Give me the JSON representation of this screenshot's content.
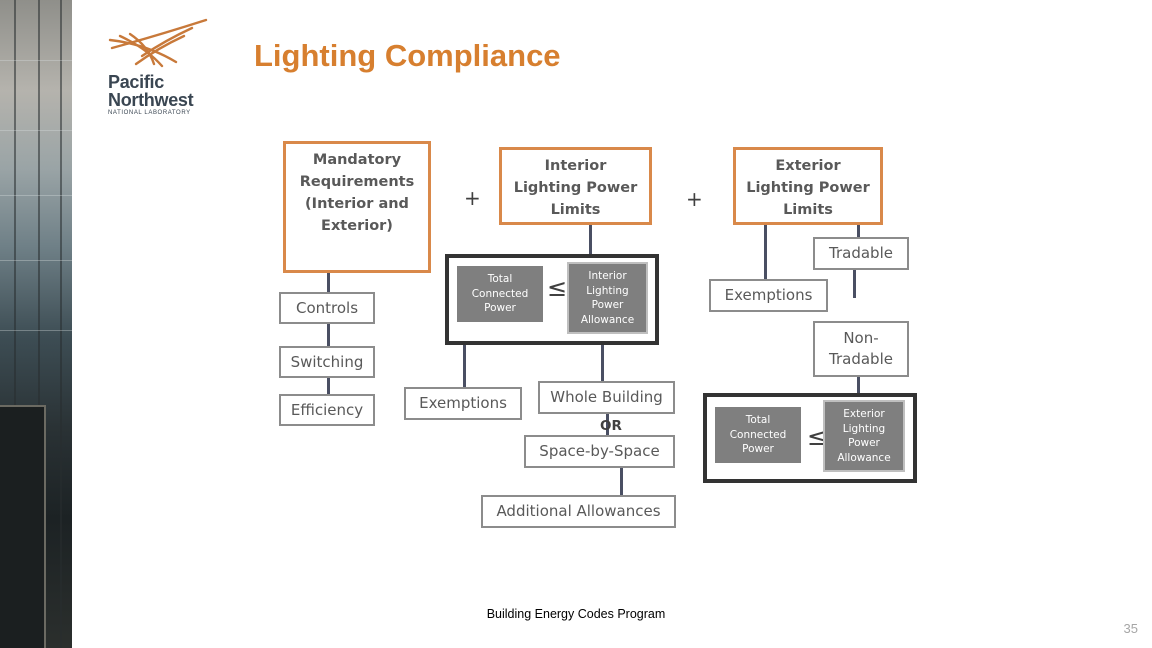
{
  "logo": {
    "line1": "Pacific",
    "line2": "Northwest",
    "line3": "NATIONAL LABORATORY",
    "color": "#3a4652",
    "accent": "#c8793a"
  },
  "slide_title": "Lighting Compliance",
  "diagram": {
    "mandatory": "Mandatory Requirements (Interior and Exterior)",
    "interior_limits": "Interior Lighting Power Limits",
    "exterior_limits": "Exterior Lighting Power Limits",
    "plus": "+",
    "controls": "Controls",
    "switching": "Switching",
    "efficiency": "Efficiency",
    "interior_total": "Total Connected Power",
    "interior_allowance": "Interior Lighting Power Allowance",
    "le_symbol": "≤",
    "interior_exemptions": "Exemptions",
    "whole_building": "Whole Building",
    "or": "OR",
    "space_by_space": "Space-by-Space",
    "additional_allowances": "Additional Allowances",
    "tradable": "Tradable",
    "exterior_exemptions": "Exemptions",
    "non_tradable": "Non-Tradable",
    "exterior_total": "Total Connected Power",
    "exterior_allowance": "Exterior Lighting Power Allowance"
  },
  "colors": {
    "accent_orange": "#d9894a",
    "title_orange": "#d77f2f",
    "connector": "#4a4f63",
    "dark_box": "#7f7f7f"
  },
  "footer": "Building Energy Codes Program",
  "page_number": "35"
}
